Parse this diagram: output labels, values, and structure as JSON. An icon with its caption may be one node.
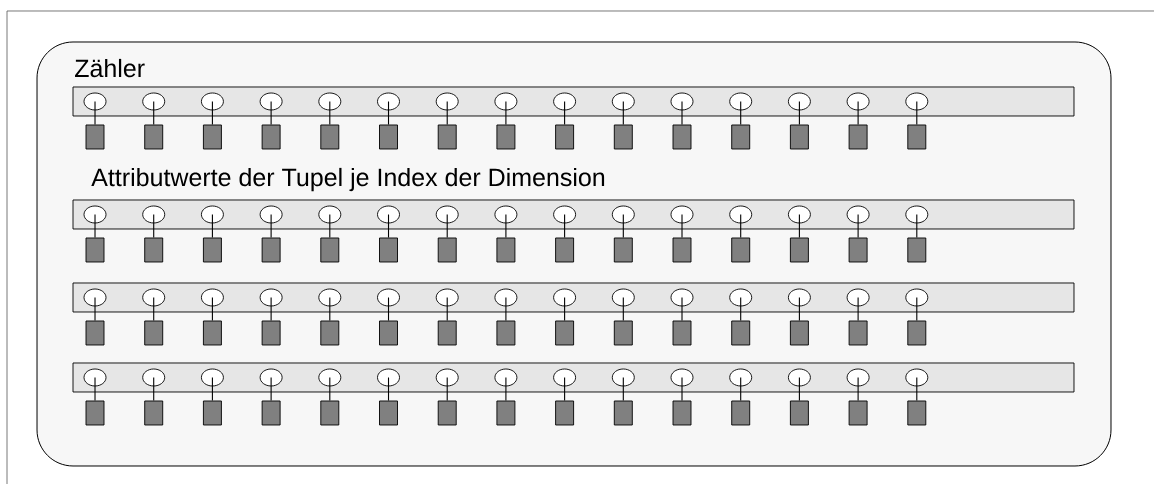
{
  "diagram": {
    "nodes": [
      {
        "text": [],
        "shape": "box"
      },
      {
        "text": [],
        "shape": "bar",
        "in": 0
      },
      {
        "text": [],
        "shape": "circle",
        "in": 1
      },
      {
        "text": [],
        "shape": "circle",
        "in": 1
      },
      {
        "text": [],
        "shape": "circle",
        "in": 1
      },
      {
        "text": [],
        "shape": "circle",
        "in": 1
      },
      {
        "text": [],
        "shape": "circle",
        "in": 1
      },
      {
        "text": [],
        "shape": "circle",
        "in": 1
      },
      {
        "text": [],
        "shape": "circle",
        "in": 1
      },
      {
        "text": [],
        "shape": "circle",
        "in": 1
      },
      {
        "text": [],
        "shape": "circle",
        "in": 1
      },
      {
        "text": [],
        "shape": "circle",
        "in": 1
      },
      {
        "text": [],
        "shape": "circle",
        "in": 1
      },
      {
        "text": [],
        "shape": "circle",
        "in": 1
      },
      {
        "text": [],
        "shape": "circle",
        "in": 1
      },
      {
        "text": [],
        "shape": "circle",
        "in": 1
      },
      {
        "text": [],
        "shape": "circle",
        "in": 1
      },
      {
        "text": [],
        "shape": "box",
        "in": 0
      },
      {
        "text": [],
        "shape": "box",
        "in": 0
      },
      {
        "text": [],
        "shape": "box",
        "in": 0
      },
      {
        "text": [],
        "shape": "box",
        "in": 0
      },
      {
        "text": [],
        "shape": "box",
        "in": 0
      },
      {
        "text": [],
        "shape": "box",
        "in": 0
      },
      {
        "text": [],
        "shape": "box",
        "in": 0
      },
      {
        "text": [],
        "shape": "box",
        "in": 0
      },
      {
        "text": [],
        "shape": "box",
        "in": 0
      },
      {
        "text": [],
        "shape": "box",
        "in": 0
      },
      {
        "text": [],
        "shape": "box",
        "in": 0
      },
      {
        "text": [],
        "shape": "box",
        "in": 0
      },
      {
        "text": [],
        "shape": "box",
        "in": 0
      },
      {
        "text": [],
        "shape": "box",
        "in": 0
      },
      {
        "text": [],
        "shape": "box",
        "in": 0
      },
      {
        "text": [],
        "shape": "bar",
        "in": 0
      },
      {
        "text": [],
        "shape": "circle",
        "in": 32
      },
      {
        "text": [],
        "shape": "circle",
        "in": 32
      },
      {
        "text": [],
        "shape": "circle",
        "in": 32
      },
      {
        "text": [],
        "shape": "circle",
        "in": 32
      },
      {
        "text": [],
        "shape": "circle",
        "in": 32
      },
      {
        "text": [],
        "shape": "circle",
        "in": 32
      },
      {
        "text": [],
        "shape": "circle",
        "in": 32
      },
      {
        "text": [],
        "shape": "circle",
        "in": 32
      },
      {
        "text": [],
        "shape": "circle",
        "in": 32
      },
      {
        "text": [],
        "shape": "circle",
        "in": 32
      },
      {
        "text": [],
        "shape": "circle",
        "in": 32
      },
      {
        "text": [],
        "shape": "circle",
        "in": 32
      },
      {
        "text": [],
        "shape": "circle",
        "in": 32
      },
      {
        "text": [],
        "shape": "circle",
        "in": 32
      },
      {
        "text": [],
        "shape": "circle",
        "in": 32
      },
      {
        "text": [],
        "shape": "box",
        "in": 0
      },
      {
        "text": [],
        "shape": "box",
        "in": 0
      },
      {
        "text": [],
        "shape": "box",
        "in": 0
      },
      {
        "text": [],
        "shape": "box",
        "in": 0
      },
      {
        "text": [],
        "shape": "box",
        "in": 0
      },
      {
        "text": [],
        "shape": "box",
        "in": 0
      },
      {
        "text": [],
        "shape": "box",
        "in": 0
      },
      {
        "text": [],
        "shape": "box",
        "in": 0
      },
      {
        "text": [],
        "shape": "box",
        "in": 0
      },
      {
        "text": [],
        "shape": "box",
        "in": 0
      },
      {
        "text": [],
        "shape": "box",
        "in": 0
      },
      {
        "text": [],
        "shape": "box",
        "in": 0
      },
      {
        "text": [],
        "shape": "box",
        "in": 0
      },
      {
        "text": [],
        "shape": "box",
        "in": 0
      },
      {
        "text": [],
        "shape": "box",
        "in": 0
      },
      {
        "text": [],
        "shape": "bar",
        "in": 0
      },
      {
        "text": [],
        "shape": "circle",
        "in": 63
      },
      {
        "text": [],
        "shape": "circle",
        "in": 63
      },
      {
        "text": [],
        "shape": "circle",
        "in": 63
      },
      {
        "text": [],
        "shape": "circle",
        "in": 63
      },
      {
        "text": [],
        "shape": "circle",
        "in": 63
      },
      {
        "text": [],
        "shape": "circle",
        "in": 63
      },
      {
        "text": [],
        "shape": "circle",
        "in": 63
      },
      {
        "text": [],
        "shape": "circle",
        "in": 63
      },
      {
        "text": [],
        "shape": "circle",
        "in": 63
      },
      {
        "text": [],
        "shape": "circle",
        "in": 63
      },
      {
        "text": [],
        "shape": "circle",
        "in": 63
      },
      {
        "text": [],
        "shape": "circle",
        "in": 63
      },
      {
        "text": [],
        "shape": "circle",
        "in": 63
      },
      {
        "text": [],
        "shape": "circle",
        "in": 63
      },
      {
        "text": [],
        "shape": "circle",
        "in": 63
      },
      {
        "text": [],
        "shape": "box",
        "in": 0
      },
      {
        "text": [],
        "shape": "box",
        "in": 0
      },
      {
        "text": [],
        "shape": "box",
        "in": 0
      },
      {
        "text": [],
        "shape": "box",
        "in": 0
      },
      {
        "text": [],
        "shape": "box",
        "in": 0
      },
      {
        "text": [],
        "shape": "box",
        "in": 0
      },
      {
        "text": [],
        "shape": "box",
        "in": 0
      },
      {
        "text": [],
        "shape": "box",
        "in": 0
      },
      {
        "text": [],
        "shape": "box",
        "in": 0
      },
      {
        "text": [],
        "shape": "box",
        "in": 0
      },
      {
        "text": [],
        "shape": "box",
        "in": 0
      },
      {
        "text": [],
        "shape": "box",
        "in": 0
      },
      {
        "text": [],
        "shape": "box",
        "in": 0
      },
      {
        "text": [],
        "shape": "box",
        "in": 0
      },
      {
        "text": [],
        "shape": "box",
        "in": 0
      },
      {
        "text": [],
        "shape": "bar",
        "in": 0
      },
      {
        "text": [],
        "shape": "circle",
        "in": 94
      },
      {
        "text": [],
        "shape": "circle",
        "in": 94
      },
      {
        "text": [],
        "shape": "circle",
        "in": 94
      },
      {
        "text": [],
        "shape": "circle",
        "in": 94
      },
      {
        "text": [],
        "shape": "circle",
        "in": 94
      },
      {
        "text": [],
        "shape": "circle",
        "in": 94
      },
      {
        "text": [],
        "shape": "circle",
        "in": 94
      },
      {
        "text": [],
        "shape": "circle",
        "in": 94
      },
      {
        "text": [],
        "shape": "circle",
        "in": 94
      },
      {
        "text": [],
        "shape": "circle",
        "in": 94
      },
      {
        "text": [],
        "shape": "circle",
        "in": 94
      },
      {
        "text": [],
        "shape": "circle",
        "in": 94
      },
      {
        "text": [],
        "shape": "circle",
        "in": 94
      },
      {
        "text": [],
        "shape": "circle",
        "in": 94
      },
      {
        "text": [],
        "shape": "circle",
        "in": 94
      },
      {
        "text": [],
        "shape": "box",
        "in": 0
      },
      {
        "text": [],
        "shape": "box",
        "in": 0
      },
      {
        "text": [],
        "shape": "box",
        "in": 0
      },
      {
        "text": [],
        "shape": "box",
        "in": 0
      },
      {
        "text": [],
        "shape": "box",
        "in": 0
      },
      {
        "text": [],
        "shape": "box",
        "in": 0
      },
      {
        "text": [],
        "shape": "box",
        "in": 0
      },
      {
        "text": [],
        "shape": "box",
        "in": 0
      },
      {
        "text": [],
        "shape": "box",
        "in": 0
      },
      {
        "text": [],
        "shape": "box",
        "in": 0
      },
      {
        "text": [],
        "shape": "box",
        "in": 0
      },
      {
        "text": [],
        "shape": "box",
        "in": 0
      },
      {
        "text": [],
        "shape": "box",
        "in": 0
      },
      {
        "text": [],
        "shape": "box",
        "in": 0
      },
      {
        "text": [],
        "shape": "box",
        "in": 0
      }
    ],
    "edges": [
      {
        "from": 2,
        "to": 17,
        "arrow": "none"
      },
      {
        "from": 3,
        "to": 18,
        "arrow": "none"
      },
      {
        "from": 4,
        "to": 19,
        "arrow": "none"
      },
      {
        "from": 5,
        "to": 20,
        "arrow": "none"
      },
      {
        "from": 6,
        "to": 21,
        "arrow": "none"
      },
      {
        "from": 7,
        "to": 22,
        "arrow": "none"
      },
      {
        "from": 8,
        "to": 23,
        "arrow": "none"
      },
      {
        "from": 9,
        "to": 24,
        "arrow": "none"
      },
      {
        "from": 10,
        "to": 25,
        "arrow": "none"
      },
      {
        "from": 11,
        "to": 26,
        "arrow": "none"
      },
      {
        "from": 12,
        "to": 27,
        "arrow": "none"
      },
      {
        "from": 13,
        "to": 28,
        "arrow": "none"
      },
      {
        "from": 14,
        "to": 29,
        "arrow": "none"
      },
      {
        "from": 15,
        "to": 30,
        "arrow": "none"
      },
      {
        "from": 16,
        "to": 31,
        "arrow": "none"
      },
      {
        "from": 33,
        "to": 48,
        "arrow": "none"
      },
      {
        "from": 34,
        "to": 49,
        "arrow": "none"
      },
      {
        "from": 35,
        "to": 50,
        "arrow": "none"
      },
      {
        "from": 36,
        "to": 51,
        "arrow": "none"
      },
      {
        "from": 37,
        "to": 52,
        "arrow": "none"
      },
      {
        "from": 38,
        "to": 53,
        "arrow": "none"
      },
      {
        "from": 39,
        "to": 54,
        "arrow": "none"
      },
      {
        "from": 40,
        "to": 55,
        "arrow": "none"
      },
      {
        "from": 41,
        "to": 56,
        "arrow": "none"
      },
      {
        "from": 42,
        "to": 57,
        "arrow": "none"
      },
      {
        "from": 43,
        "to": 58,
        "arrow": "none"
      },
      {
        "from": 44,
        "to": 59,
        "arrow": "none"
      },
      {
        "from": 45,
        "to": 60,
        "arrow": "none"
      },
      {
        "from": 46,
        "to": 61,
        "arrow": "none"
      },
      {
        "from": 47,
        "to": 62,
        "arrow": "none"
      },
      {
        "from": 64,
        "to": 79,
        "arrow": "none"
      },
      {
        "from": 65,
        "to": 80,
        "arrow": "none"
      },
      {
        "from": 66,
        "to": 81,
        "arrow": "none"
      },
      {
        "from": 67,
        "to": 82,
        "arrow": "none"
      },
      {
        "from": 68,
        "to": 83,
        "arrow": "none"
      },
      {
        "from": 69,
        "to": 84,
        "arrow": "none"
      },
      {
        "from": 70,
        "to": 85,
        "arrow": "none"
      },
      {
        "from": 71,
        "to": 86,
        "arrow": "none"
      },
      {
        "from": 72,
        "to": 87,
        "arrow": "none"
      },
      {
        "from": 73,
        "to": 88,
        "arrow": "none"
      },
      {
        "from": 74,
        "to": 89,
        "arrow": "none"
      },
      {
        "from": 75,
        "to": 90,
        "arrow": "none"
      },
      {
        "from": 76,
        "to": 91,
        "arrow": "none"
      },
      {
        "from": 77,
        "to": 92,
        "arrow": "none"
      },
      {
        "from": 78,
        "to": 93,
        "arrow": "none"
      },
      {
        "from": 95,
        "to": 110,
        "arrow": "none"
      },
      {
        "from": 96,
        "to": 111,
        "arrow": "none"
      },
      {
        "from": 97,
        "to": 112,
        "arrow": "none"
      },
      {
        "from": 98,
        "to": 113,
        "arrow": "none"
      },
      {
        "from": 99,
        "to": 114,
        "arrow": "none"
      },
      {
        "from": 100,
        "to": 115,
        "arrow": "none"
      },
      {
        "from": 101,
        "to": 116,
        "arrow": "none"
      },
      {
        "from": 102,
        "to": 117,
        "arrow": "none"
      },
      {
        "from": 103,
        "to": 118,
        "arrow": "none"
      },
      {
        "from": 104,
        "to": 119,
        "arrow": "none"
      },
      {
        "from": 105,
        "to": 120,
        "arrow": "none"
      },
      {
        "from": 106,
        "to": 121,
        "arrow": "none"
      },
      {
        "from": 107,
        "to": 122,
        "arrow": "none"
      },
      {
        "from": 108,
        "to": 123,
        "arrow": "none"
      },
      {
        "from": 109,
        "to": 124,
        "arrow": "none"
      }
    ],
    "labels": [
      "Zähler",
      "Attributwerte der Tupel je Index der Dimension"
    ]
  }
}
